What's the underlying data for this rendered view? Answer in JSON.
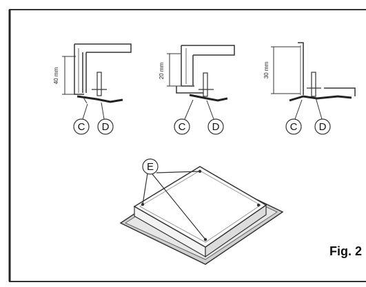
{
  "figure": {
    "label": "Fig. 2",
    "callouts": {
      "c": "C",
      "d": "D",
      "e": "E"
    },
    "details": [
      {
        "dimension": "40 mm"
      },
      {
        "dimension": "20 mm"
      },
      {
        "dimension": "30 mm"
      }
    ]
  },
  "colors": {
    "line": "#333333",
    "frame_fill": "#ffffff",
    "dark_seal": "#222222",
    "grey": "#bbbbbb"
  }
}
